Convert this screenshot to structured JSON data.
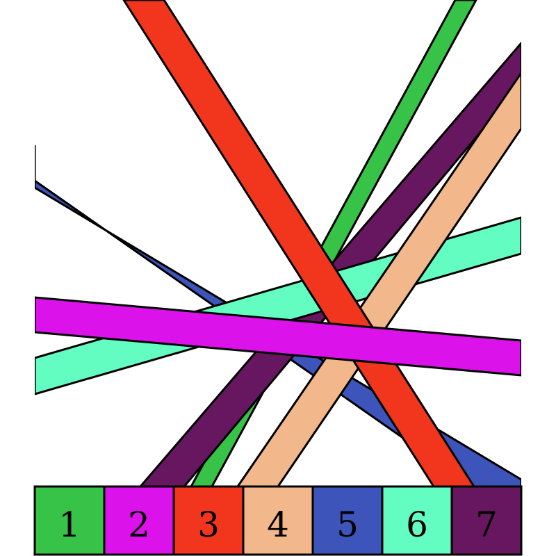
{
  "legend": [
    {
      "label": "1",
      "color": "#37c248"
    },
    {
      "label": "2",
      "color": "#db12ea"
    },
    {
      "label": "3",
      "color": "#f1361d"
    },
    {
      "label": "4",
      "color": "#f2b78b"
    },
    {
      "label": "5",
      "color": "#3d54ba"
    },
    {
      "label": "6",
      "color": "#63fdc1"
    },
    {
      "label": "7",
      "color": "#671760"
    }
  ]
}
